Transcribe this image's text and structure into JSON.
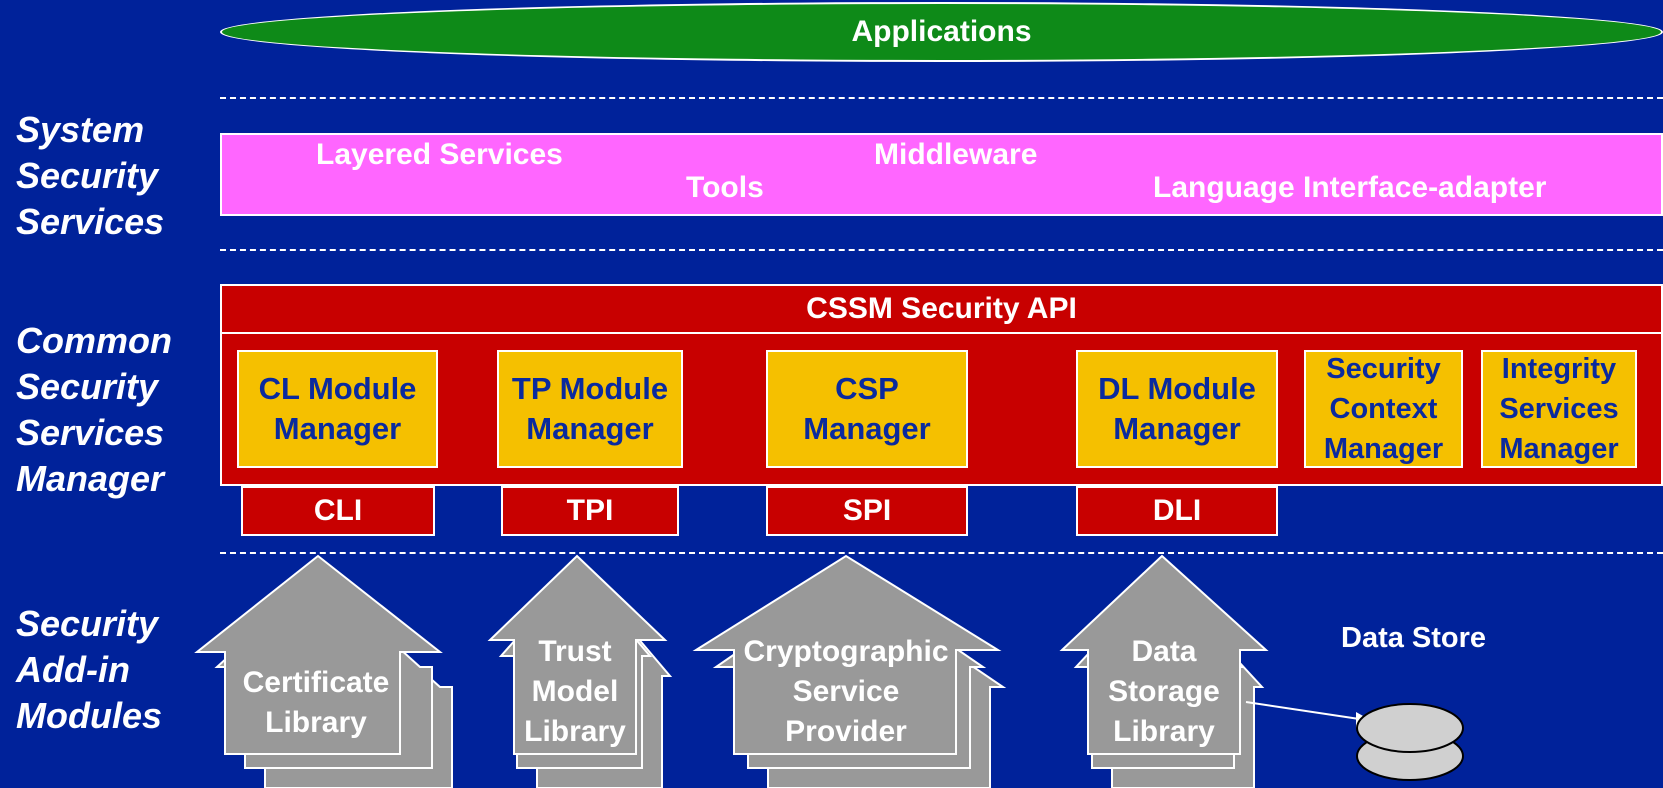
{
  "colors": {
    "background": "#00229A",
    "applications": "#0E8A18",
    "services_band": "#FF66FF",
    "cssm_band": "#C80000",
    "manager_box": "#F5C000",
    "module_arrow": "#999999"
  },
  "side_labels": {
    "system_services": "System\nSecurity\nServices",
    "common_manager": "Common\nSecurity\nServices\nManager",
    "addin_modules": "Security\nAdd-in\nModules"
  },
  "applications": {
    "label": "Applications"
  },
  "system_services": {
    "layered_services": "Layered Services",
    "middleware": "Middleware",
    "tools": "Tools",
    "language_adapter": "Language Interface-adapter"
  },
  "cssm": {
    "api_title": "CSSM Security API",
    "managers": {
      "cl": "CL Module\nManager",
      "tp": "TP Module\nManager",
      "csp": "CSP\nManager",
      "dl": "DL Module\nManager",
      "security_context": "Security\nContext\nManager",
      "integrity": "Integrity\nServices\nManager"
    },
    "interfaces": {
      "cli": "CLI",
      "tpi": "TPI",
      "spi": "SPI",
      "dli": "DLI"
    }
  },
  "modules": {
    "certificate": "Certificate\nLibrary",
    "trust": "Trust\nModel\nLibrary",
    "crypto": "Cryptographic\nService\nProvider",
    "data_storage": "Data\nStorage\nLibrary",
    "data_store": "Data Store"
  }
}
